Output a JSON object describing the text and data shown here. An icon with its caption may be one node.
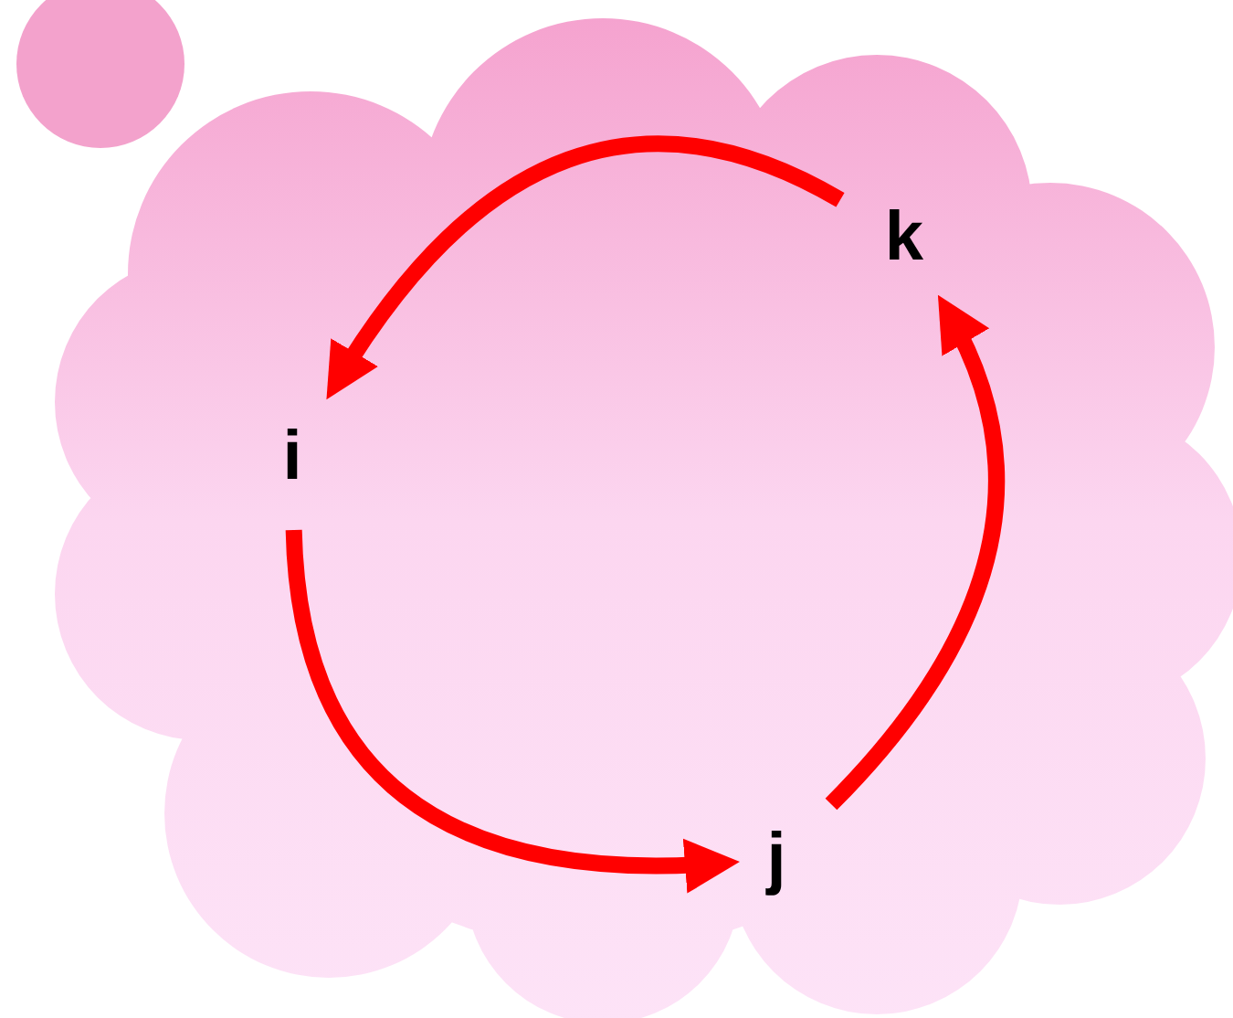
{
  "diagram": {
    "nodes": [
      {
        "text": [],
        "shape": "circle"
      },
      {
        "text": [],
        "shape": "cloud"
      },
      {
        "text": [
          "k"
        ],
        "in": 1
      },
      {
        "text": [
          "i"
        ],
        "in": 1
      },
      {
        "text": [
          "j"
        ],
        "in": 1
      }
    ],
    "edges": [
      {
        "from": 2,
        "to": 3,
        "arrow": "to"
      },
      {
        "from": 3,
        "to": 4,
        "arrow": "to"
      },
      {
        "from": 4,
        "to": 2,
        "arrow": "to"
      }
    ]
  }
}
